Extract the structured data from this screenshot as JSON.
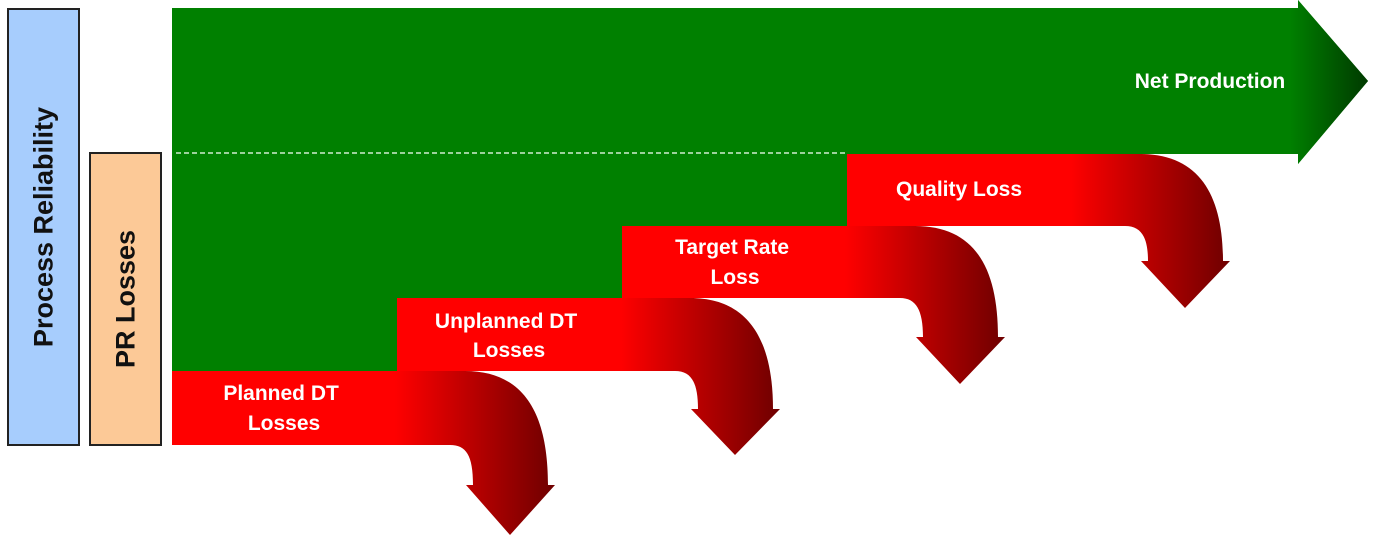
{
  "side_labels": {
    "process_reliability": "Process Reliability",
    "pr_losses": "PR Losses"
  },
  "net_production": {
    "label": "Net Production"
  },
  "losses": [
    {
      "lines": [
        "Planned DT",
        "Losses"
      ]
    },
    {
      "lines": [
        "Unplanned DT",
        "Losses"
      ]
    },
    {
      "lines": [
        "Target Rate",
        "Loss"
      ]
    },
    {
      "lines": [
        "Quality Loss"
      ]
    }
  ],
  "colors": {
    "net_production_green": "#008000",
    "loss_red": "#ff0000",
    "loss_dark_red": "#6e0000",
    "process_reliability_box": "#a7cdfd",
    "pr_losses_box": "#fcc997",
    "divider": "#cfeecf"
  }
}
